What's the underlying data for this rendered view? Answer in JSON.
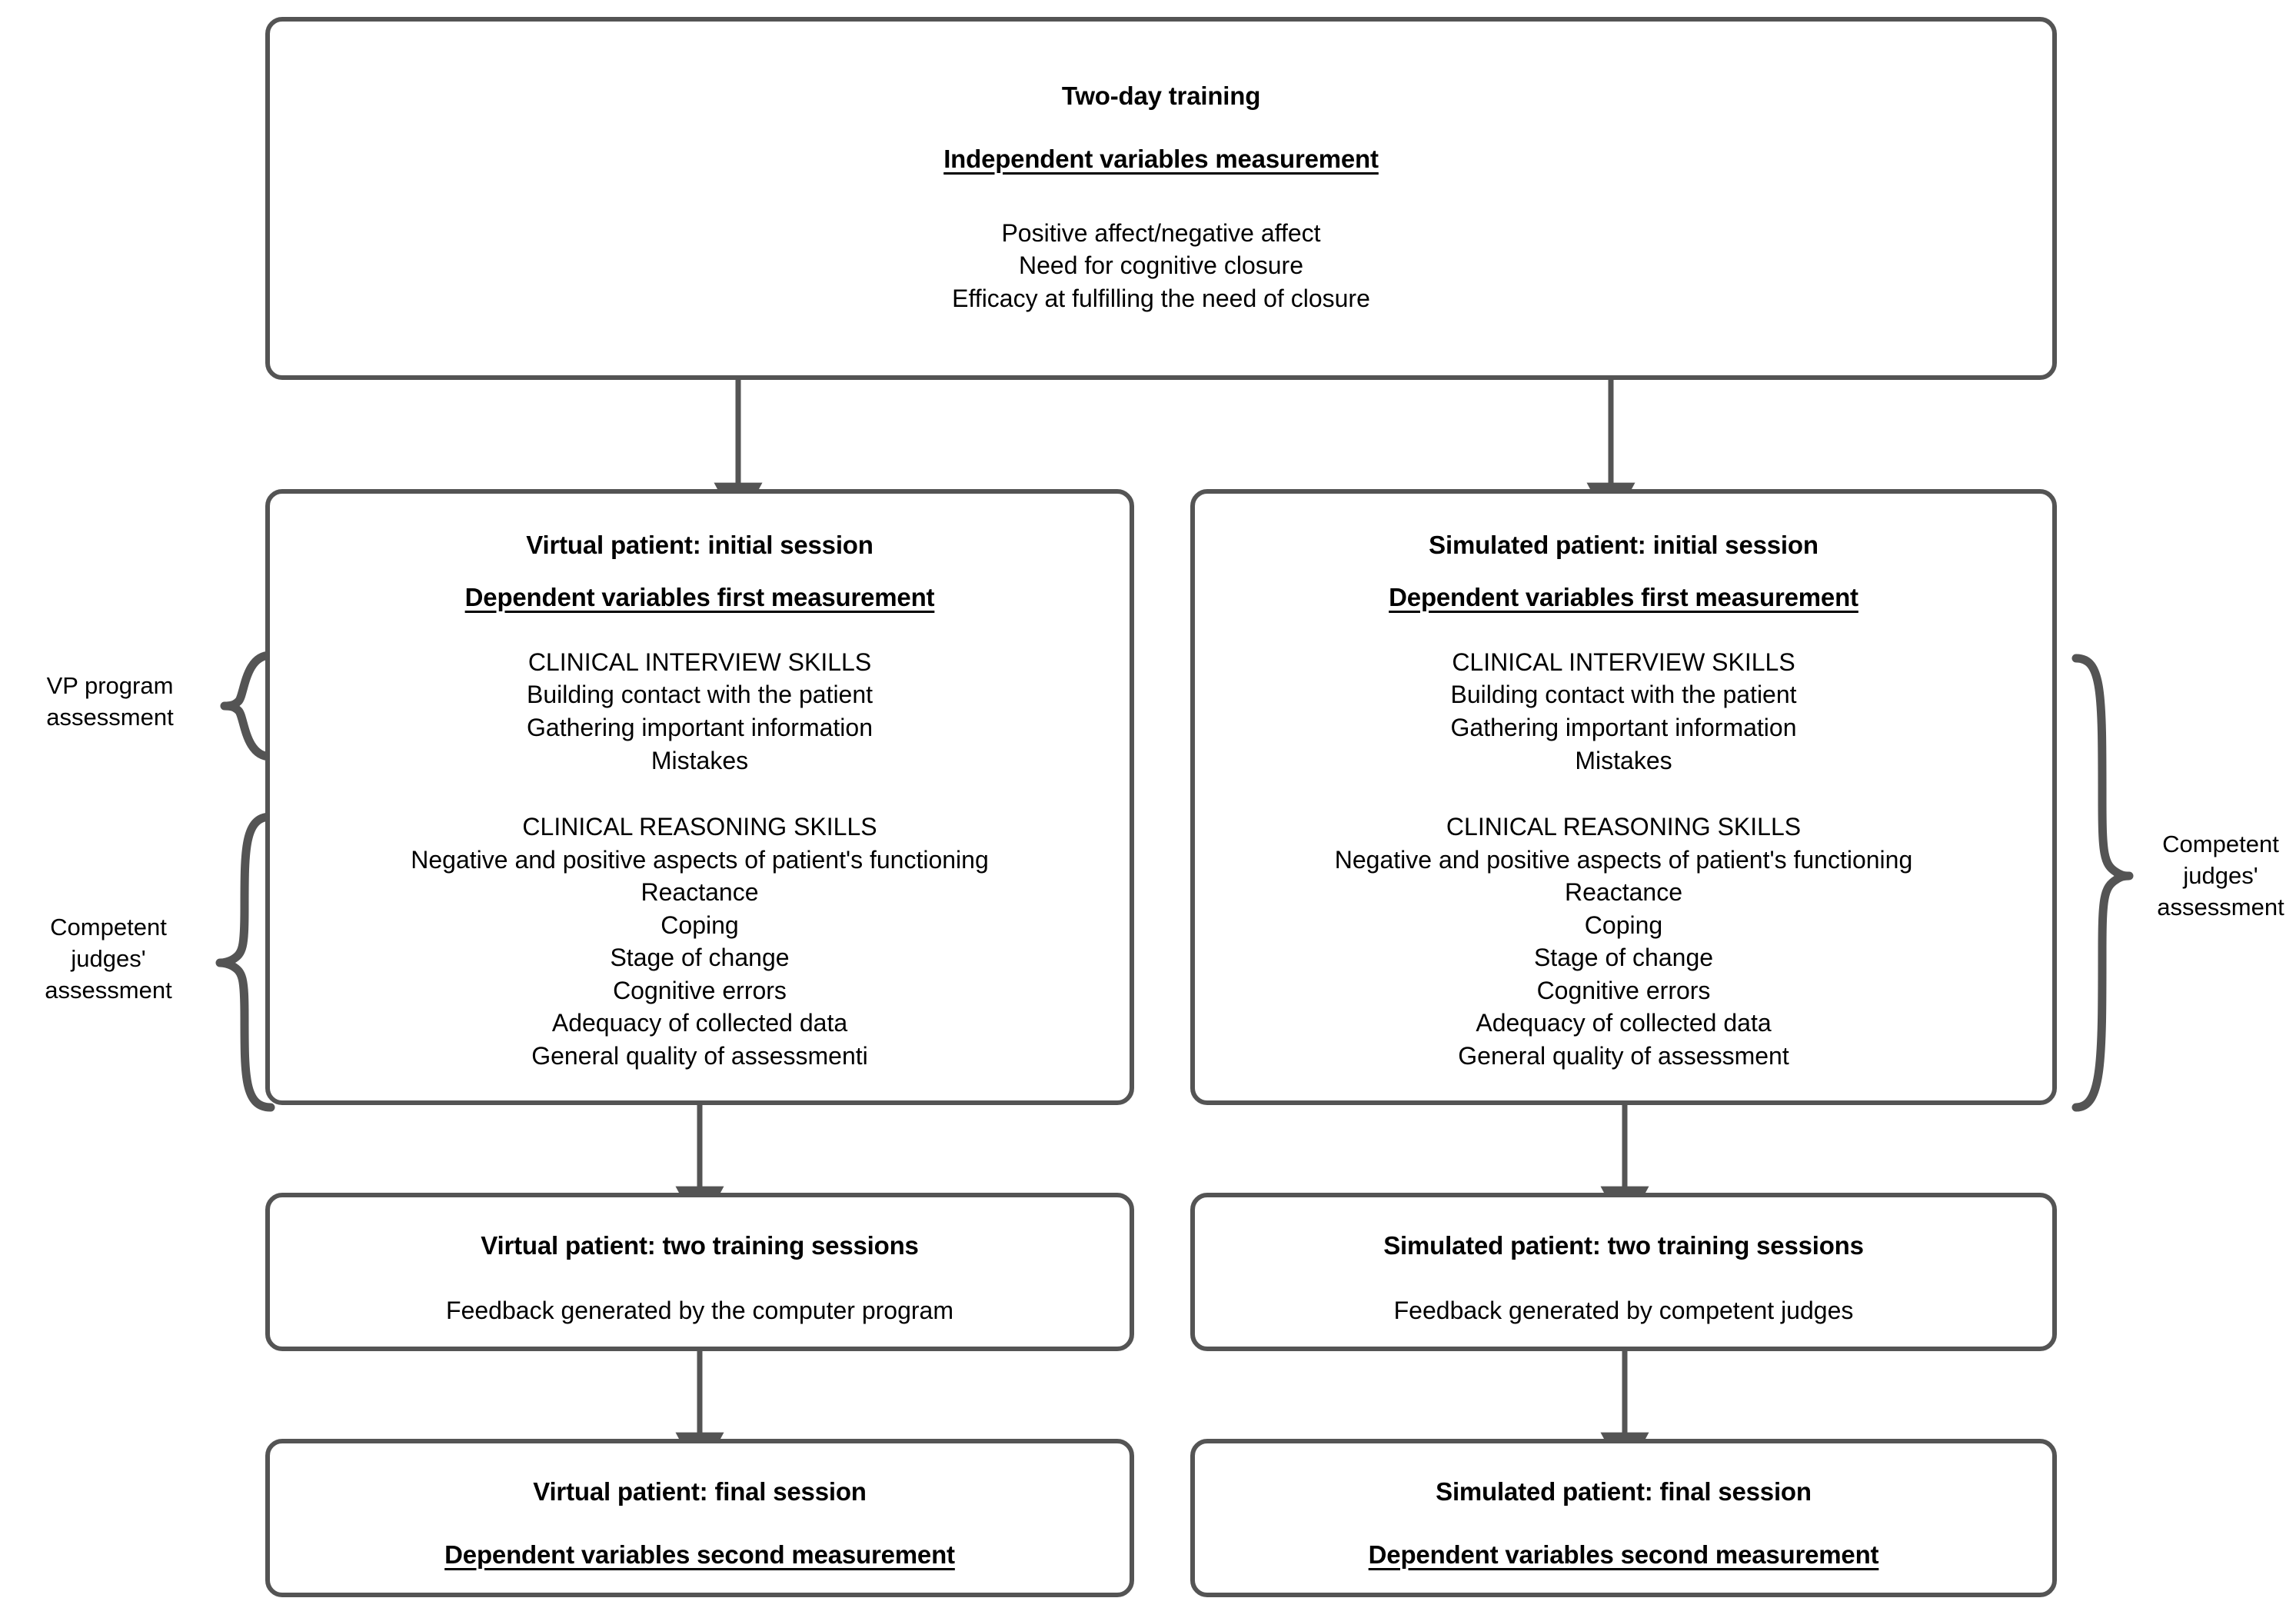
{
  "diagram": {
    "title": "Study design flowchart: virtual patient vs simulated patient training",
    "stroke_color": "#545454",
    "text_color": "#000000",
    "background_color": "#ffffff"
  },
  "top_box": {
    "title": "Two-day training",
    "subtitle": "Independent variables measurement",
    "items": [
      "Positive affect/negative affect",
      "Need for cognitive closure",
      "Efficacy at fulfilling the need of closure"
    ]
  },
  "left_column": {
    "initial_session": {
      "title": "Virtual patient: initial session",
      "subtitle": "Dependent variables first measurement",
      "groups": [
        {
          "heading": "CLINICAL INTERVIEW SKILLS",
          "items": [
            "Building contact with the patient",
            "Gathering important information",
            "Mistakes"
          ]
        },
        {
          "heading": "CLINICAL REASONING SKILLS",
          "items": [
            "Negative and positive aspects of patient's functioning",
            "Reactance",
            "Coping",
            "Stage of change",
            "Cognitive errors",
            "Adequacy of collected data",
            "General quality of assessmenti"
          ]
        }
      ]
    },
    "training_sessions": {
      "title": "Virtual patient: two training sessions",
      "detail": "Feedback generated by the computer program"
    },
    "final_session": {
      "title": "Virtual patient: final session",
      "subtitle": "Dependent variables second measurement"
    }
  },
  "right_column": {
    "initial_session": {
      "title": "Simulated patient: initial session",
      "subtitle": "Dependent variables first measurement",
      "groups": [
        {
          "heading": "CLINICAL INTERVIEW SKILLS",
          "items": [
            "Building contact with the patient",
            "Gathering important information",
            "Mistakes"
          ]
        },
        {
          "heading": "CLINICAL REASONING SKILLS",
          "items": [
            "Negative and positive aspects of patient's functioning",
            "Reactance",
            "Coping",
            "Stage of change",
            "Cognitive errors",
            "Adequacy of collected data",
            "General quality of assessment"
          ]
        }
      ]
    },
    "training_sessions": {
      "title": "Simulated patient: two training sessions",
      "detail": "Feedback generated by competent judges"
    },
    "final_session": {
      "title": "Simulated patient: final session",
      "subtitle": "Dependent variables second measurement"
    }
  },
  "annotations": {
    "left_top_brace_label": "VP program\nassessment",
    "left_top_brace_label_lines": [
      "VP program",
      "assessment"
    ],
    "left_bottom_brace_label_lines": [
      "Competent",
      "judges'",
      "assessment"
    ],
    "right_brace_label_lines": [
      "Competent",
      "judges'",
      "assessment"
    ]
  }
}
